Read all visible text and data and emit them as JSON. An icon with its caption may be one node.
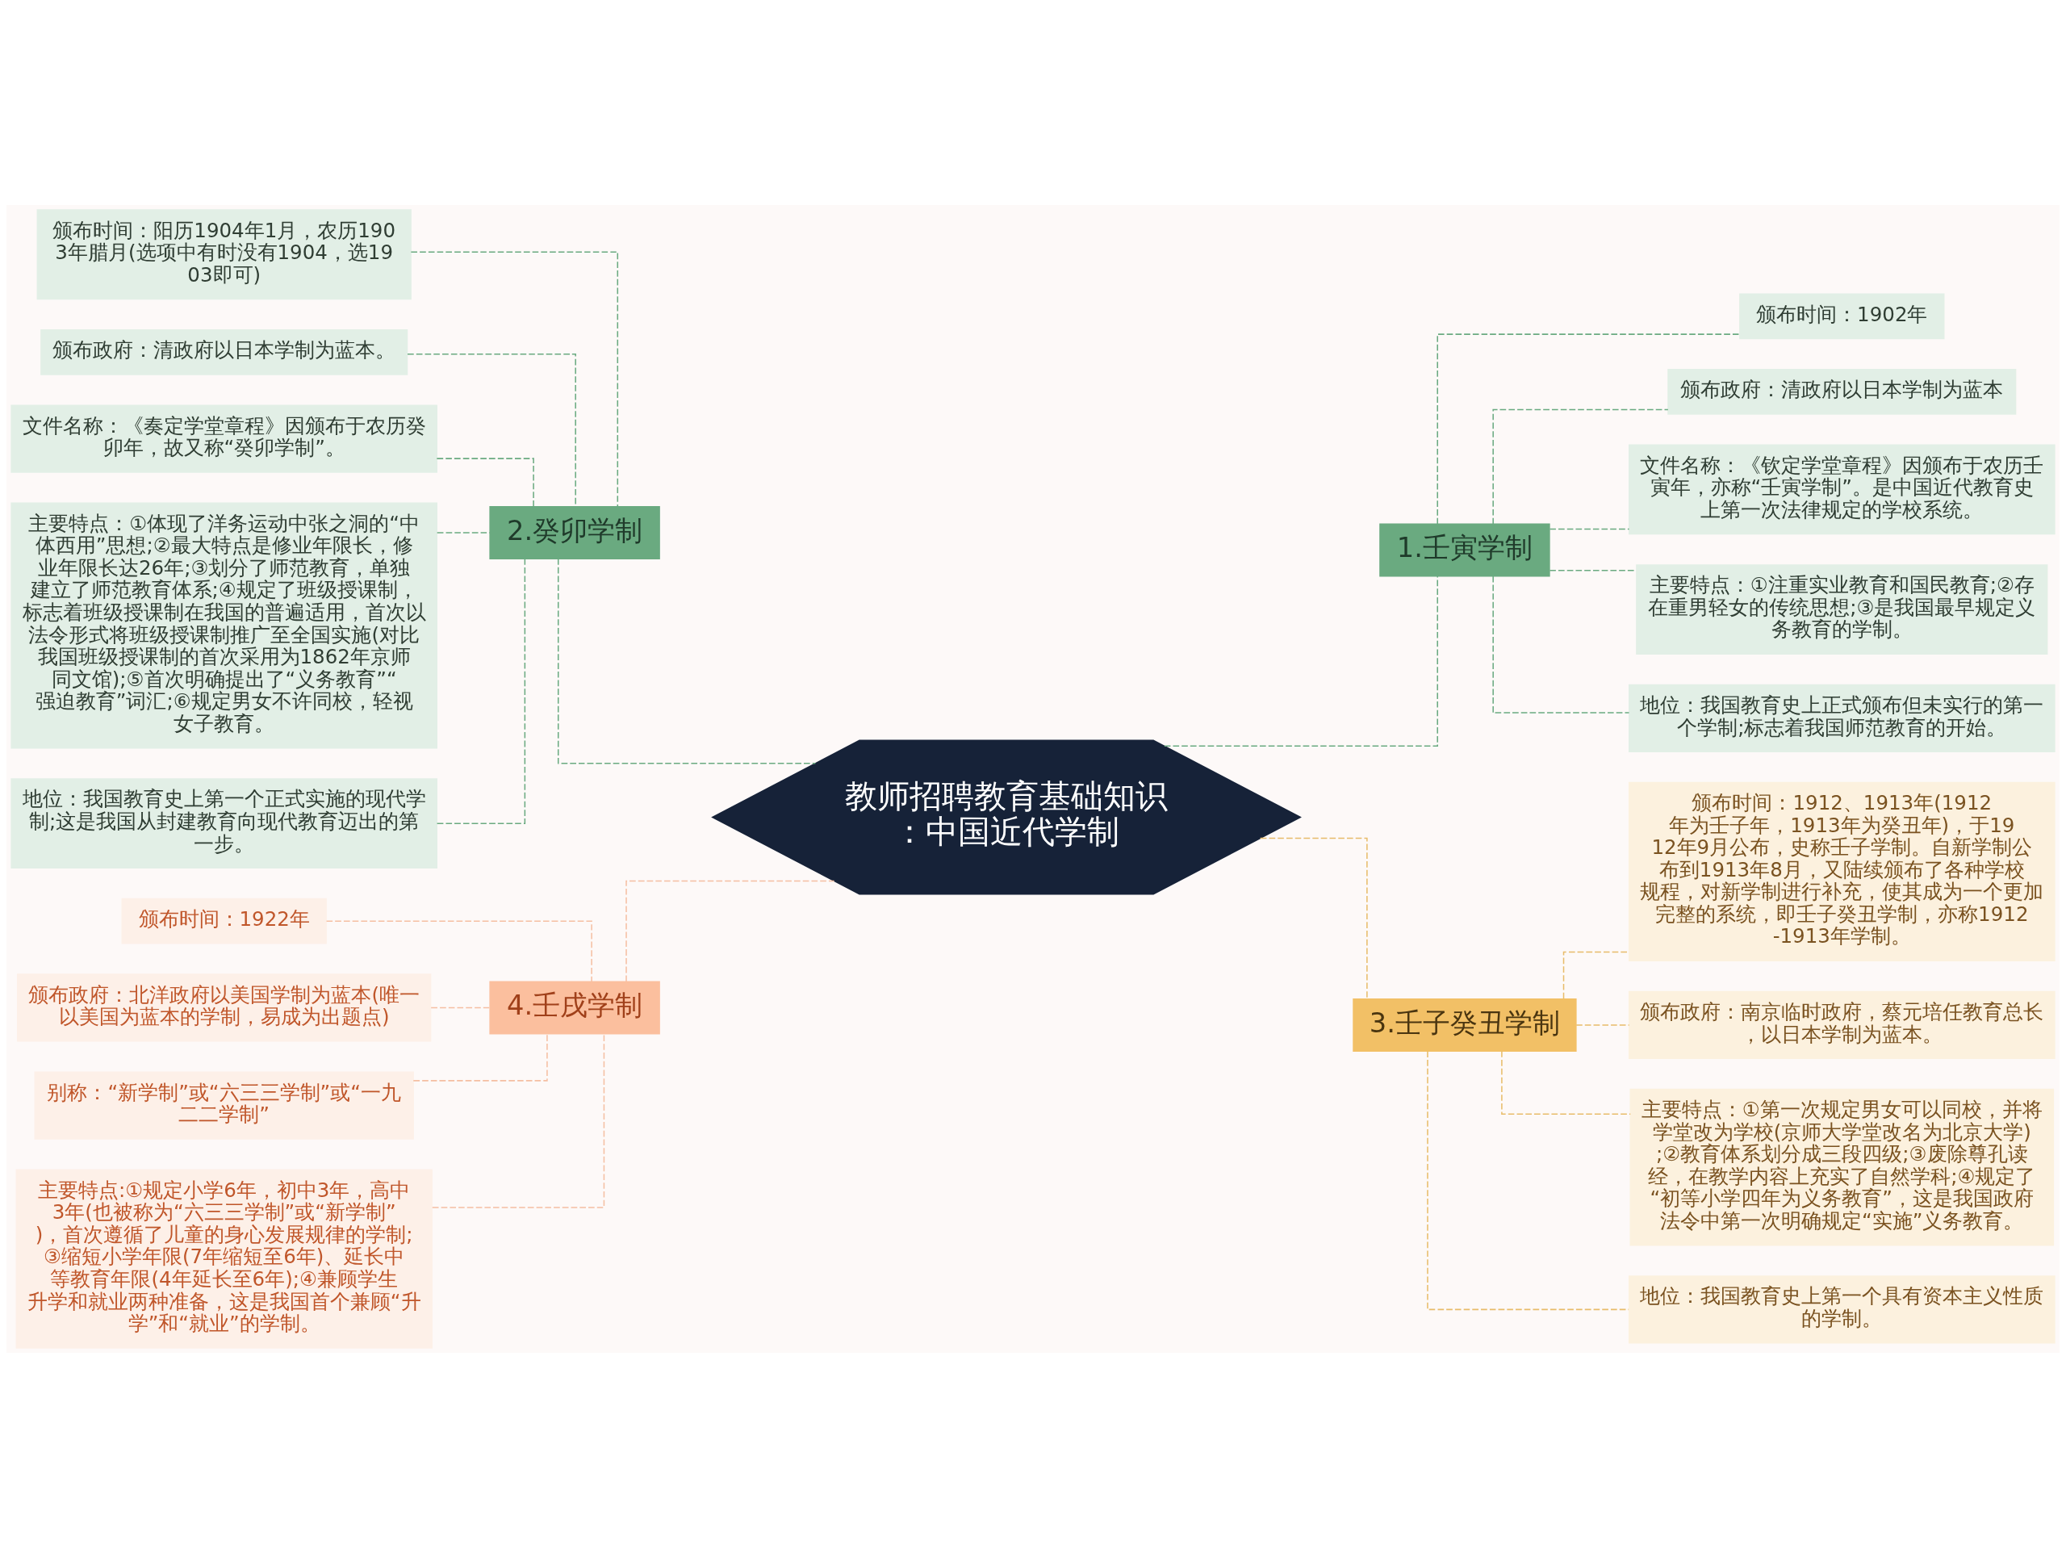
{
  "diagram": {
    "nodes": [
      {
        "text": [
          "教师招聘教育基础知识：中国近代学制"
        ]
      },
      {
        "text": [
          "1.壬寅学制"
        ]
      },
      {
        "text": [
          "颁布时间：1902年"
        ]
      },
      {
        "text": [
          "颁布政府：清政府以日本学制为蓝本"
        ]
      },
      {
        "text": [
          "文件名称：《钦定学堂章程》因颁布于农历壬寅年，亦称“壬寅学制”。是中国近代教育史上第一次法律规定的学校系统。"
        ]
      },
      {
        "text": [
          "主要特点：①注重实业教育和国民教育;②存在重男轻女的传统思想;③是我国最早规定义务教育的学制。"
        ]
      },
      {
        "text": [
          "地位：我国教育史上正式颁布但未实行的第一个学制;标志着我国师范教育的开始。"
        ]
      },
      {
        "text": [
          "2.癸卯学制"
        ]
      },
      {
        "text": [
          "颁布时间：阳历1904年1月，农历1903年腊月(选项中有时没有1904，选1903即可)"
        ]
      },
      {
        "text": [
          "颁布政府：清政府以日本学制为蓝本。"
        ]
      },
      {
        "text": [
          "文件名称：《奏定学堂章程》因颁布于农历癸卯年，故又称“癸卯学制”。"
        ]
      },
      {
        "text": [
          "主要特点：①体现了洋务运动中张之洞的“中体西用”思想;②最大特点是修业年限长，修业年限长达26年;③划分了师范教育，单独建立了师范教育体系;④规定了班级授课制，标志着班级授课制在我国的普遍适用，首次以法令形式将班级授课制推广至全国实施(对比我国班级授课制的首次采用为1862年京师同文馆);⑤首次明确提出了“义务教育”“强迫教育”词汇;⑥规定男女不许同校，轻视女子教育。"
        ]
      },
      {
        "text": [
          "地位：我国教育史上第一个正式实施的现代学制;这是我国从封建教育向现代教育迈出的第一步。"
        ]
      },
      {
        "text": [
          "3.壬子癸丑学制"
        ]
      },
      {
        "text": [
          "颁布时间：1912、1913年(1912年为壬子年，1913年为癸丑年)，于1912年9月公布，史称壬子学制。自新学制公布到1913年8月，又陆续颁布了各种学校规程，对新学制进行补充，使其成为一个更加完整的系统，即壬子癸丑学制，亦称1912-1913年学制。"
        ]
      },
      {
        "text": [
          "颁布政府：南京临时政府，蔡元培任教育总长，以日本学制为蓝本。"
        ]
      },
      {
        "text": [
          "主要特点：①第一次规定男女可以同校，并将学堂改为学校(京师大学堂改名为北京大学);②教育体系划分成三段四级;③废除尊孔读经，在教学内容上充实了自然学科;④规定了“初等小学四年为义务教育”，这是我国政府法令中第一次明确规定“实施”义务教育。"
        ]
      },
      {
        "text": [
          "地位：我国教育史上第一个具有资本主义性质的学制。"
        ]
      },
      {
        "text": [
          "4.壬戌学制"
        ]
      },
      {
        "text": [
          "颁布时间：1922年"
        ]
      },
      {
        "text": [
          "颁布政府：北洋政府以美国学制为蓝本(唯一以美国为蓝本的学制，易成为出题点)"
        ]
      },
      {
        "text": [
          "别称：“新学制”或“六三三学制”或“一九二二学制”"
        ]
      },
      {
        "text": [
          "主要特点:①规定小学6年，初中3年，高中3年(也被称为“六三三学制”或“新学制”)，首次遵循了儿童的身心发展规律的学制;③缩短小学年限(7年缩短至6年)、延长中等教育年限(4年延长至6年);④兼顾学生升学和就业两种准备，这是我国首个兼顾“升学”和“就业”的学制。"
        ]
      }
    ],
    "edges": [
      {
        "from": 0,
        "to": 1,
        "arrow": "none",
        "style": "dashed"
      },
      {
        "from": 1,
        "to": 2,
        "arrow": "none",
        "style": "dashed"
      },
      {
        "from": 1,
        "to": 3,
        "arrow": "none",
        "style": "dashed"
      },
      {
        "from": 1,
        "to": 4,
        "arrow": "none",
        "style": "dashed"
      },
      {
        "from": 1,
        "to": 5,
        "arrow": "none",
        "style": "dashed"
      },
      {
        "from": 1,
        "to": 6,
        "arrow": "none",
        "style": "dashed"
      },
      {
        "from": 0,
        "to": 7,
        "arrow": "none",
        "style": "dashed"
      },
      {
        "from": 7,
        "to": 8,
        "arrow": "none",
        "style": "dashed"
      },
      {
        "from": 7,
        "to": 9,
        "arrow": "none",
        "style": "dashed"
      },
      {
        "from": 7,
        "to": 10,
        "arrow": "none",
        "style": "dashed"
      },
      {
        "from": 7,
        "to": 11,
        "arrow": "none",
        "style": "dashed"
      },
      {
        "from": 7,
        "to": 12,
        "arrow": "none",
        "style": "dashed"
      },
      {
        "from": 0,
        "to": 13,
        "arrow": "none",
        "style": "dashed",
        "color": "#e8bc6a"
      },
      {
        "from": 13,
        "to": 14,
        "arrow": "none",
        "style": "dashed",
        "color": "#e8bc6a"
      },
      {
        "from": 13,
        "to": 15,
        "arrow": "none",
        "style": "dashed",
        "color": "#e8bc6a"
      },
      {
        "from": 13,
        "to": 16,
        "arrow": "none",
        "style": "dashed",
        "color": "#e8bc6a"
      },
      {
        "from": 13,
        "to": 17,
        "arrow": "none",
        "style": "dashed",
        "color": "#e8bc6a"
      },
      {
        "from": 0,
        "to": 18,
        "arrow": "none",
        "style": "dashed",
        "color": "#f5bfa2"
      },
      {
        "from": 18,
        "to": 19,
        "arrow": "none",
        "style": "dashed",
        "color": "#f5bfa2"
      },
      {
        "from": 18,
        "to": 20,
        "arrow": "none",
        "style": "dashed",
        "color": "#f5bfa2"
      },
      {
        "from": 18,
        "to": 21,
        "arrow": "none",
        "style": "dashed",
        "color": "#f5bfa2"
      },
      {
        "from": 18,
        "to": 22,
        "arrow": "none",
        "style": "dashed",
        "color": "#f5bfa2"
      }
    ]
  }
}
